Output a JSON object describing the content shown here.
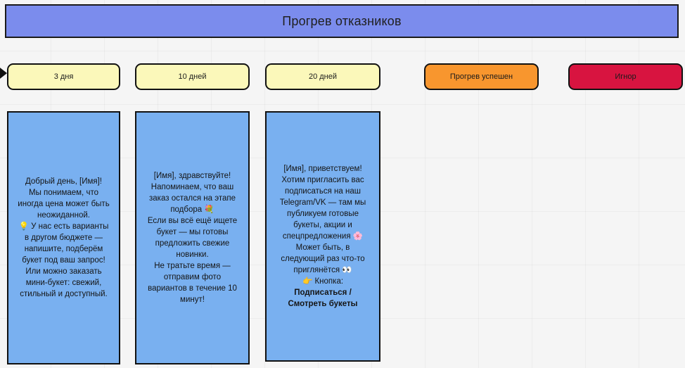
{
  "header": {
    "title": "Прогрев отказников",
    "color": "#7b8ced"
  },
  "entry_arrow": {
    "name": "entry-arrow",
    "color": "#111111"
  },
  "stages": [
    {
      "label": "3 дня",
      "kind": "day",
      "color": "#fbf8ba"
    },
    {
      "label": "10 дней",
      "kind": "day",
      "color": "#fbf8ba"
    },
    {
      "label": "20 дней",
      "kind": "day",
      "color": "#fbf8ba"
    },
    {
      "label": "Прогрев успешен",
      "kind": "success",
      "color": "#f8962e"
    },
    {
      "label": "Игнор",
      "kind": "ignore",
      "color": "#d81440"
    }
  ],
  "cards": [
    {
      "stage": "3 дня",
      "color": "#79b0f0",
      "text": "Добрый день, [Имя]!\nМы понимаем, что иногда цена может быть неожиданной.\n💡 У нас есть варианты в другом бюджете — напишите, подберём букет под ваш запрос!\nИли можно заказать мини-букет: свежий, стильный и доступный."
    },
    {
      "stage": "10 дней",
      "color": "#79b0f0",
      "text": "[Имя], здравствуйте!\nНапоминаем, что ваш заказ остался на этапе подбора 💐\nЕсли вы всё ещё ищете букет — мы готовы предложить свежие новинки.\nНе тратьте время — отправим фото вариантов в течение 10 минут!"
    },
    {
      "stage": "20 дней",
      "color": "#79b0f0",
      "text_plain": "[Имя], приветствуем!\nХотим пригласить вас подписаться на наш Telegram/VK — там мы публикуем готовые букеты, акции и спецпредложения 🌸\nМожет быть, в следующий раз что-то приглянётся 👀\n👉 Кнопка:",
      "text_bold": "Подписаться /\nСмотреть букеты"
    }
  ]
}
